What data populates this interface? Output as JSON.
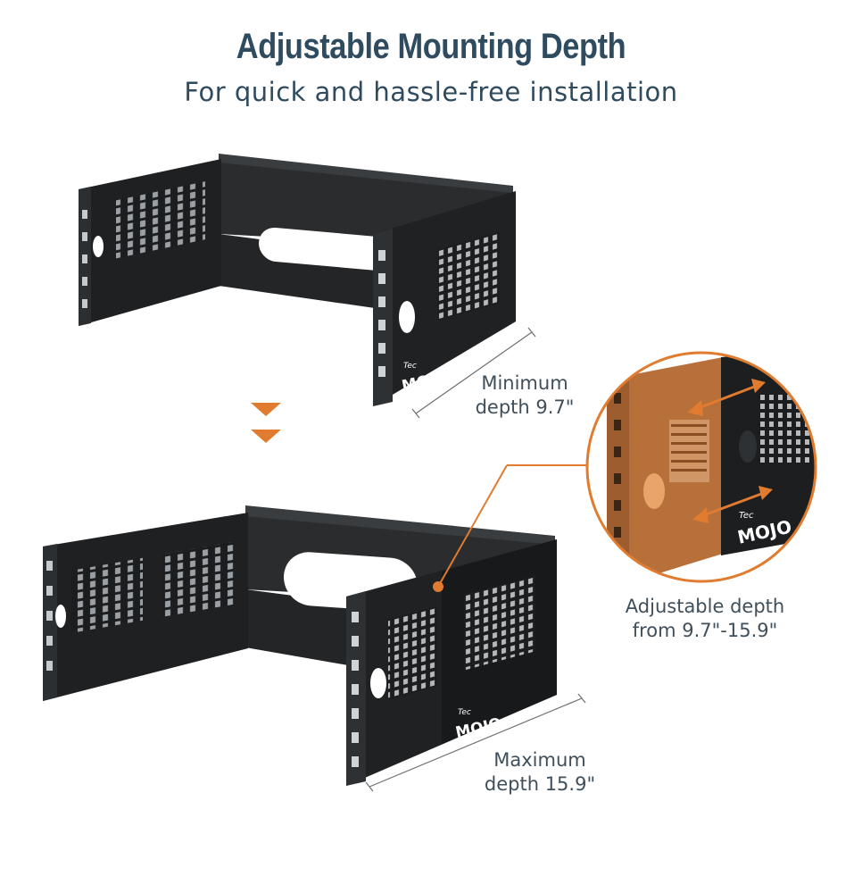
{
  "header": {
    "title": "Adjustable Mounting Depth",
    "subtitle": "For quick and hassle-free installation"
  },
  "top_rack": {
    "depth_label_line1": "Minimum",
    "depth_label_line2": "depth 9.7\""
  },
  "bottom_rack": {
    "depth_label_line1": "Maximum",
    "depth_label_line2": "depth 15.9\""
  },
  "callout": {
    "label_line1": "Adjustable depth",
    "label_line2": "from 9.7\"-15.9\""
  },
  "brand": {
    "logo_text_small": "Tec",
    "logo_text_big": "MOJO"
  },
  "colors": {
    "heading": "#2f4b5f",
    "accent_orange": "#e07b2f",
    "rack_black": "#1d1f21"
  }
}
